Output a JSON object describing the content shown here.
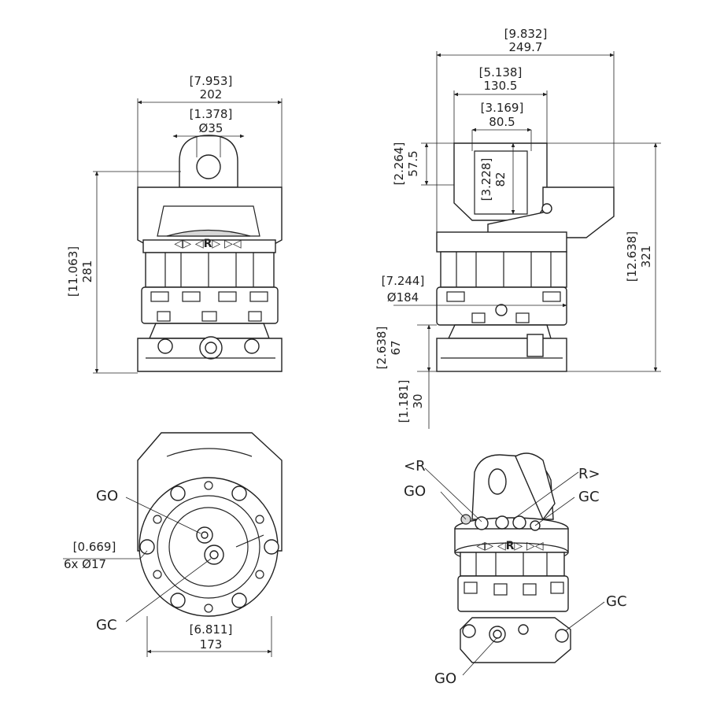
{
  "dims": {
    "front_width_in": "[7.953]",
    "front_width_mm": "202",
    "front_bore_in": "[1.378]",
    "front_bore_mm": "Ø35",
    "front_height_in": "[11.063]",
    "front_height_mm": "281",
    "side_width_in": "[9.832]",
    "side_width_mm": "249.7",
    "side_mid_in": "[5.138]",
    "side_mid_mm": "130.5",
    "side_inner_in": "[3.169]",
    "side_inner_mm": "80.5",
    "side_top_in": "[2.264]",
    "side_top_mm": "57.5",
    "side_bore_in": "[3.228]",
    "side_bore_mm": "82",
    "side_height_in": "[12.638]",
    "side_height_mm": "321",
    "side_dia_in": "[7.244]",
    "side_dia_mm": "Ø184",
    "side_lower_in": "[2.638]",
    "side_lower_mm": "67",
    "side_base_in": "[1.181]",
    "side_base_mm": "30",
    "bottom_hole_in": "[0.669]",
    "bottom_hole_mm": "6x Ø17",
    "bottom_width_in": "[6.811]",
    "bottom_width_mm": "173"
  },
  "labels": {
    "go": "GO",
    "gc": "GC",
    "rot_left": "<R",
    "rot_right": "R>",
    "r_mark": "R"
  }
}
